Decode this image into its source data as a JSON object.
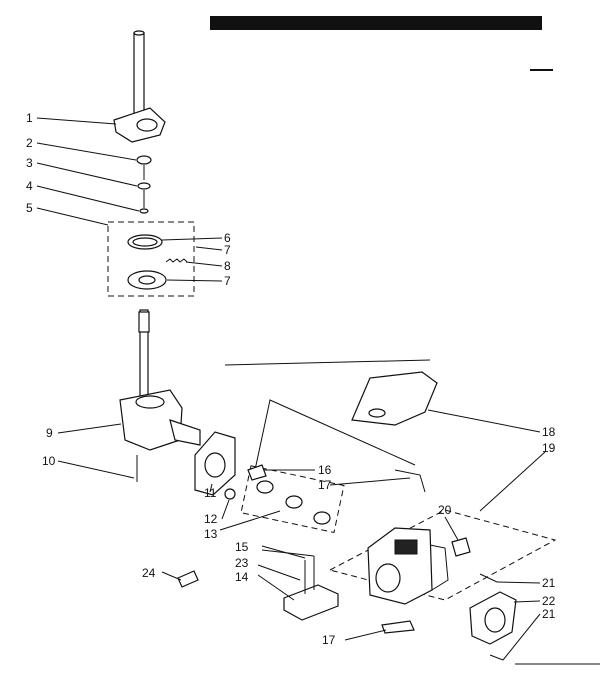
{
  "labels": {
    "l1": "1",
    "l2": "2",
    "l3": "3",
    "l4": "4",
    "l5": "5",
    "l6": "6",
    "l7a": "7",
    "l8": "8",
    "l7b": "7",
    "l9": "9",
    "l10": "10",
    "l11": "11",
    "l12": "12",
    "l13": "13",
    "l14": "14",
    "l15": "15",
    "l16": "16",
    "l17a": "17",
    "l17b": "17",
    "l18": "18",
    "l19": "19",
    "l20": "20",
    "l21a": "21",
    "l21b": "21",
    "l22": "22",
    "l23": "23",
    "l24": "24"
  },
  "colors": {
    "ink": "#111111",
    "paper": "#ffffff"
  }
}
